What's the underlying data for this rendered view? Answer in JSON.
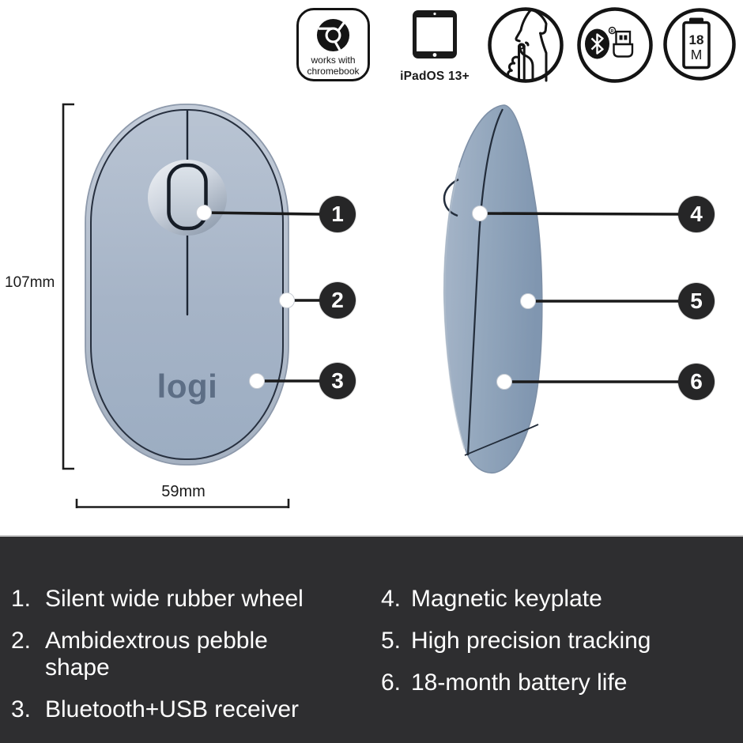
{
  "colors": {
    "mouse_body": "#a4b2c6",
    "mouse_side": "#8ea3ba",
    "footer_bg": "#2e2e30",
    "callout_bg": "#262627",
    "line": "#1a1a1a"
  },
  "badges": {
    "chromebook": {
      "icon": "chrome-logo-icon",
      "line1": "works with",
      "line2": "chromebook"
    },
    "ipad": {
      "icon": "tablet-icon",
      "label": "iPadOS 13+"
    },
    "silence": {
      "icon": "finger-on-lips-icon"
    },
    "bluetooth_usb": {
      "icon": "bluetooth-and-usb-receiver-icon",
      "reg_mark": "R"
    },
    "battery": {
      "icon": "battery-icon",
      "months": "18",
      "unit": "M"
    }
  },
  "dimensions": {
    "height_label": "107mm",
    "width_label": "59mm"
  },
  "logo": {
    "text": "logi"
  },
  "callouts": {
    "items": [
      "1",
      "2",
      "3",
      "4",
      "5",
      "6"
    ]
  },
  "features": {
    "left": [
      {
        "num": "1.",
        "text": "Silent wide rubber wheel"
      },
      {
        "num": "2.",
        "text": "Ambidextrous pebble\nshape"
      },
      {
        "num": "3.",
        "text": "Bluetooth+USB receiver"
      }
    ],
    "right": [
      {
        "num": "4.",
        "text": "Magnetic keyplate"
      },
      {
        "num": "5.",
        "text": "High precision tracking"
      },
      {
        "num": "6.",
        "text": "18-month battery life"
      }
    ]
  }
}
